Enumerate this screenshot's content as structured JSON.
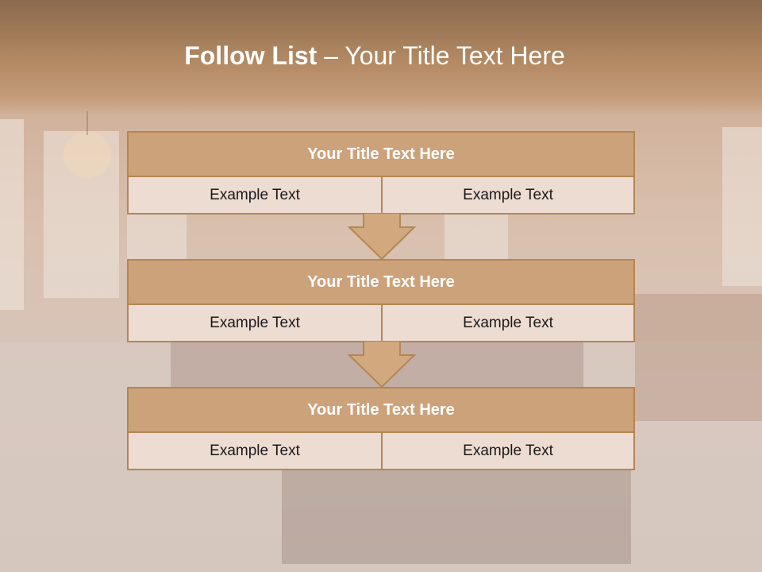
{
  "slide": {
    "title_bold": "Follow List",
    "title_rest": " – Your Title Text Here"
  },
  "steps": [
    {
      "title": "Your Title Text Here",
      "left": "Example Text",
      "right": "Example Text"
    },
    {
      "title": "Your Title Text Here",
      "left": "Example Text",
      "right": "Example Text"
    },
    {
      "title": "Your Title Text Here",
      "left": "Example Text",
      "right": "Example Text"
    }
  ],
  "colors": {
    "header": "#b48a64",
    "box_title_fill": "#cca27a",
    "box_body_fill": "#eddcd2",
    "border": "#b38655",
    "arrow_fill": "#d2a97e"
  }
}
